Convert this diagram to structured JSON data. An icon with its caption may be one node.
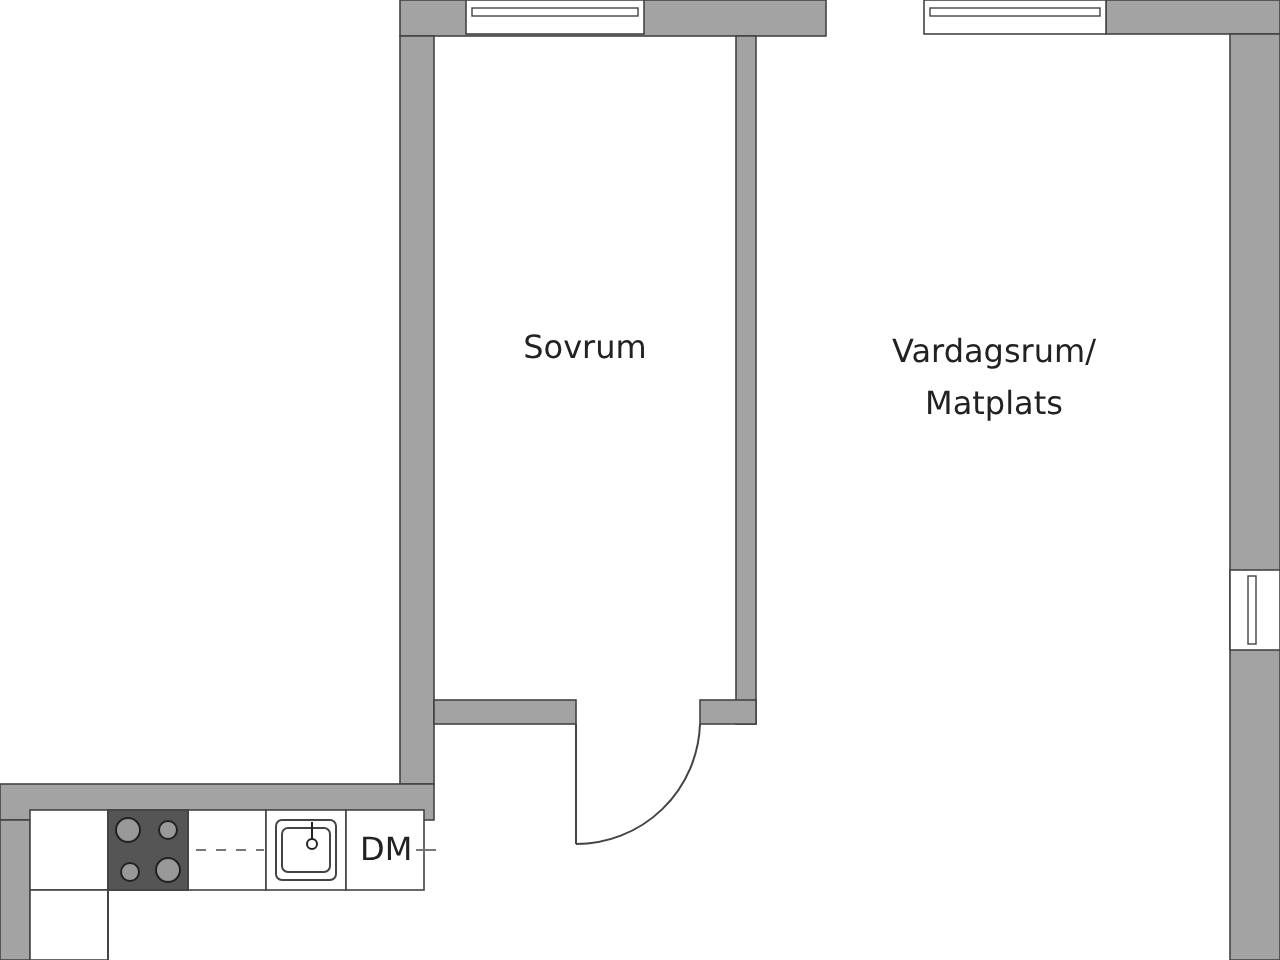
{
  "diagram": {
    "nodes": [
      {
        "text": [
          "Sovrum"
        ]
      },
      {
        "text": [
          "Vardagsrum/ Matplats"
        ]
      }
    ],
    "labels": [
      "DM"
    ]
  }
}
